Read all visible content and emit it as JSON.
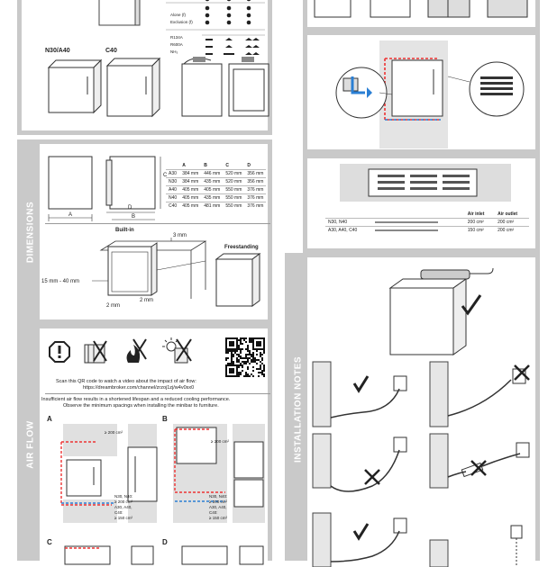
{
  "top_left": {
    "models": [
      "N30/A40",
      "C40"
    ],
    "rows_a": [
      "Alone (f)",
      "Exclusion (f)"
    ],
    "rows_b": [
      "R134A",
      "R600A",
      "NH₃"
    ]
  },
  "dimensions": {
    "side_title": "DIMENSIONS",
    "letters": {
      "a": "A",
      "b": "B",
      "c": "C",
      "d": "D"
    },
    "table": {
      "headers": [
        "",
        "A",
        "B",
        "C",
        "D"
      ],
      "rows": [
        [
          "A30",
          "384 mm",
          "446 mm",
          "520 mm",
          "356 mm"
        ],
        [
          "N30",
          "384 mm",
          "435 mm",
          "520 mm",
          "356 mm"
        ],
        [
          "A40",
          "405 mm",
          "405 mm",
          "550 mm",
          "376 mm"
        ],
        [
          "N40",
          "405 mm",
          "435 mm",
          "550 mm",
          "376 mm"
        ],
        [
          "C40",
          "405 mm",
          "481 mm",
          "550 mm",
          "376 mm"
        ]
      ]
    },
    "built_in": "Built-in",
    "freestanding": "Freestanding",
    "gap_top": "3 mm",
    "gap_side": "15 mm - 40 mm",
    "gap_bottom_1": "2 mm",
    "gap_bottom_2": "2 mm"
  },
  "air_flow": {
    "side_title": "AIR FLOW",
    "qr_text_1": "Scan this QR code to watch a video about the impact of air flow:",
    "qr_url": "https://dreambroker.com/channel/zrzoj1zj/w4v0sx0",
    "warning_1": "Insufficient air flow results in a shortened lifespan and a reduced cooling performance.",
    "warning_2": "Observe the minimum spacings when installing the minibar to furniture.",
    "labels": {
      "a": "A",
      "b": "B",
      "c": "C",
      "d": "D"
    },
    "vent_a": "≥ 200 cm²",
    "vent_b": "≥ 200 cm²",
    "note_a": [
      "N30, N40:",
      "≥ 200 cm²",
      "A30, A40,",
      "C40:",
      "≥ 150 cm²"
    ],
    "note_b": [
      "N30, N40:",
      "≥ 200 cm²",
      "A30, A40,",
      "C40:",
      "≥ 150 cm²"
    ]
  },
  "vent_table": {
    "headers": [
      "",
      "Air inlet",
      "Air outlet"
    ],
    "rows": [
      [
        "N30, N40",
        "200 cm²",
        "200 cm²"
      ],
      [
        "A30, A40, C40",
        "150 cm²",
        "200 cm²"
      ]
    ]
  },
  "installation": {
    "side_title": "INSTALLATION NOTES"
  }
}
